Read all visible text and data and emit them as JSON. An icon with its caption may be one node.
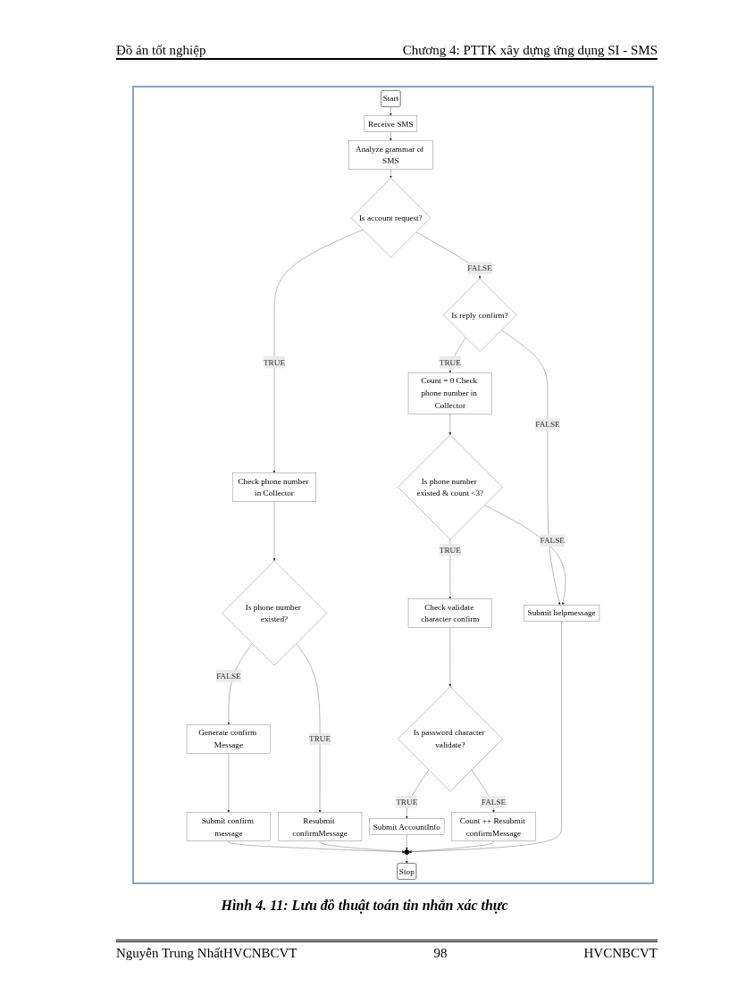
{
  "diagram": {
    "caption": "Hình 4. 11: Lưu đồ thuật toán tin nhắn xác thực",
    "nodes": [
      {
        "text": [
          "Start"
        ]
      },
      {
        "text": [
          "Receive SMS"
        ]
      },
      {
        "text": [
          "Analyze grammar of SMS"
        ]
      },
      {
        "text": [
          "Is account request?"
        ]
      },
      {
        "text": [
          "Is reply confirm?"
        ]
      },
      {
        "text": [
          "Check phone number in Collector"
        ]
      },
      {
        "text": [
          "Count = 0 Check phone number in Collector"
        ]
      },
      {
        "text": [
          "Is phone number existed?"
        ]
      },
      {
        "text": [
          "Is phone number existed & count <3?"
        ]
      },
      {
        "text": [
          "Resubmit confirmMessage"
        ]
      },
      {
        "text": [
          "Check validate character confirm"
        ]
      },
      {
        "text": [
          "Submit helpmessage"
        ]
      },
      {
        "text": [
          "Generate confirm Message"
        ]
      },
      {
        "text": [
          "Is password character validate?"
        ]
      },
      {
        "text": [
          "Submit confirm message"
        ]
      },
      {
        "text": [
          "Submit AccountInfo"
        ]
      },
      {
        "text": [
          "Count ++ Resubmit confirmMessage"
        ]
      },
      {
        "text": [],
        "shape": "circle"
      },
      {
        "text": [
          "Stop"
        ]
      }
    ],
    "edges": [
      {
        "from": 0,
        "to": 1,
        "arrow": "to"
      },
      {
        "from": 1,
        "to": 2,
        "arrow": "to"
      },
      {
        "from": 2,
        "to": 3,
        "arrow": "to"
      },
      {
        "from": 3,
        "to": 4,
        "label": "FALSE",
        "arrow": "to"
      },
      {
        "from": 4,
        "to": 11,
        "label": "FALSE",
        "arrow": "to"
      },
      {
        "from": 3,
        "to": 5,
        "label": "TRUE",
        "arrow": "to"
      },
      {
        "from": 4,
        "to": 6,
        "label": "TRUE",
        "arrow": "to"
      },
      {
        "from": 5,
        "to": 7,
        "arrow": "to"
      },
      {
        "from": 6,
        "to": 8,
        "arrow": "to"
      },
      {
        "from": 7,
        "to": 9,
        "label": "TRUE",
        "arrow": "to"
      },
      {
        "from": 7,
        "to": 12,
        "label": "FALSE",
        "arrow": "to"
      },
      {
        "from": 8,
        "to": 10,
        "label": "TRUE",
        "arrow": "to"
      },
      {
        "from": 8,
        "to": 11,
        "label": "FALSE",
        "arrow": "to"
      },
      {
        "from": 10,
        "to": 13,
        "arrow": "to"
      },
      {
        "from": 13,
        "to": 15,
        "label": "TRUE",
        "arrow": "to"
      },
      {
        "from": 13,
        "to": 16,
        "label": "FALSE",
        "arrow": "to"
      },
      {
        "from": 12,
        "to": 14,
        "arrow": "to"
      },
      {
        "from": 14,
        "to": 17,
        "arrow": "to"
      },
      {
        "from": 9,
        "to": 17,
        "arrow": "to"
      },
      {
        "from": 15,
        "to": 17,
        "arrow": "to"
      },
      {
        "from": 16,
        "to": 17,
        "arrow": "to"
      },
      {
        "from": 11,
        "to": 17,
        "arrow": "to"
      },
      {
        "from": 17,
        "to": 18,
        "arrow": "to"
      }
    ],
    "labels": [
      "Đồ án tốt nghiệp",
      "Chương 4: PTTK xây dựng ứng dụng SI - SMS",
      "Nguyễn Trung NhấtHVCNBCVT",
      "98",
      "HVCNBCVT"
    ]
  }
}
